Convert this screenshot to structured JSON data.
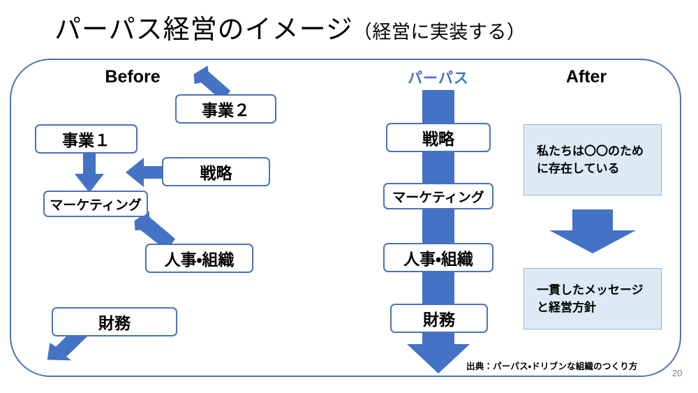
{
  "slide": {
    "title_main": "パーパス経営のイメージ",
    "title_sub": "（経営に実装する）",
    "page_number": "20",
    "source_note": "出典：パーパス・ドリブンな組織のつくり方"
  },
  "columns": {
    "before_label": "Before",
    "purpose_label": "パーパス",
    "after_label": "After"
  },
  "before": {
    "nodes": [
      {
        "id": "jigyo2",
        "label": "事業２"
      },
      {
        "id": "jigyo1",
        "label": "事業１"
      },
      {
        "id": "senryaku",
        "label": "戦略"
      },
      {
        "id": "marketing",
        "label": "マーケティング"
      },
      {
        "id": "jinji",
        "label": "人事・組織"
      },
      {
        "id": "zaimu",
        "label": "財務"
      }
    ]
  },
  "purpose": {
    "nodes": [
      {
        "id": "senryaku",
        "label": "戦略"
      },
      {
        "id": "marketing",
        "label": "マーケティング"
      },
      {
        "id": "jinji",
        "label": "人事・組織"
      },
      {
        "id": "zaimu",
        "label": "財務"
      }
    ]
  },
  "after": {
    "box1": "私たちは〇〇のために存在している",
    "box2": "一貫したメッセージと経営方針"
  },
  "colors": {
    "accent_blue": "#4472C4",
    "border_blue": "#4a72b8",
    "light_blue_fill": "#DDEAF6",
    "page_number_gray": "#808080"
  }
}
